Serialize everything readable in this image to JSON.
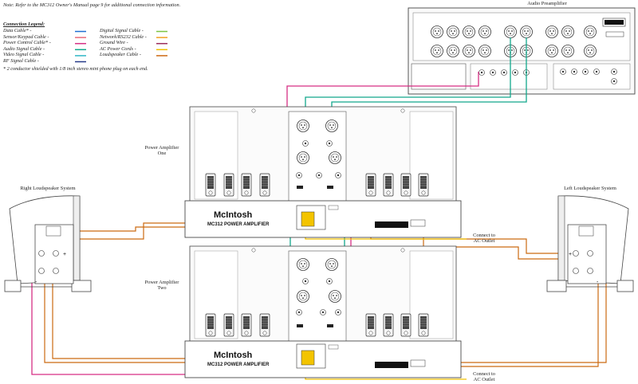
{
  "note": "Note: Refer to the MC312 Owner's Manual page 9 for additional connection information.",
  "legend": {
    "title": "Connection Legend:",
    "items": [
      {
        "label": "Data Cable* -",
        "color": "#1f6fd1"
      },
      {
        "label": "Sensor/Keypad Cable -",
        "color": "#e86a7a"
      },
      {
        "label": "Power Control Cable* -",
        "color": "#d62f84"
      },
      {
        "label": "Audio Signal Cable -",
        "color": "#12a88c"
      },
      {
        "label": "Video Signal Cable -",
        "color": "#2fb6c6"
      },
      {
        "label": "RF Signal Cable -",
        "color": "#263a8a"
      },
      {
        "label": "Digital Signal Cable -",
        "color": "#7cc442"
      },
      {
        "label": "Network/RS232 Cable -",
        "color": "#f0a020"
      },
      {
        "label": "Ground Wire -",
        "color": "#9a2b5a"
      },
      {
        "label": "AC Power Cords -",
        "color": "#f0c000"
      },
      {
        "label": "Loudspeaker Cable -",
        "color": "#cc6a12"
      }
    ],
    "footnote": "* 2 conductor shielded with 1/8 inch stereo mini phone plug on each end."
  },
  "labels": {
    "preamp": "Audio Preamplifier",
    "amp_one_line1": "Power Amplifier",
    "amp_one_line2": "One",
    "amp_two_line1": "Power Amplifier",
    "amp_two_line2": "Two",
    "right_speaker": "Right Loudspeaker System",
    "left_speaker": "Left Loudspeaker System",
    "outlet_line1": "Connect to",
    "outlet_line2": "AC Outlet"
  },
  "device": {
    "brand": "McIntosh",
    "model": "MC312 POWER AMPLIFIER"
  }
}
